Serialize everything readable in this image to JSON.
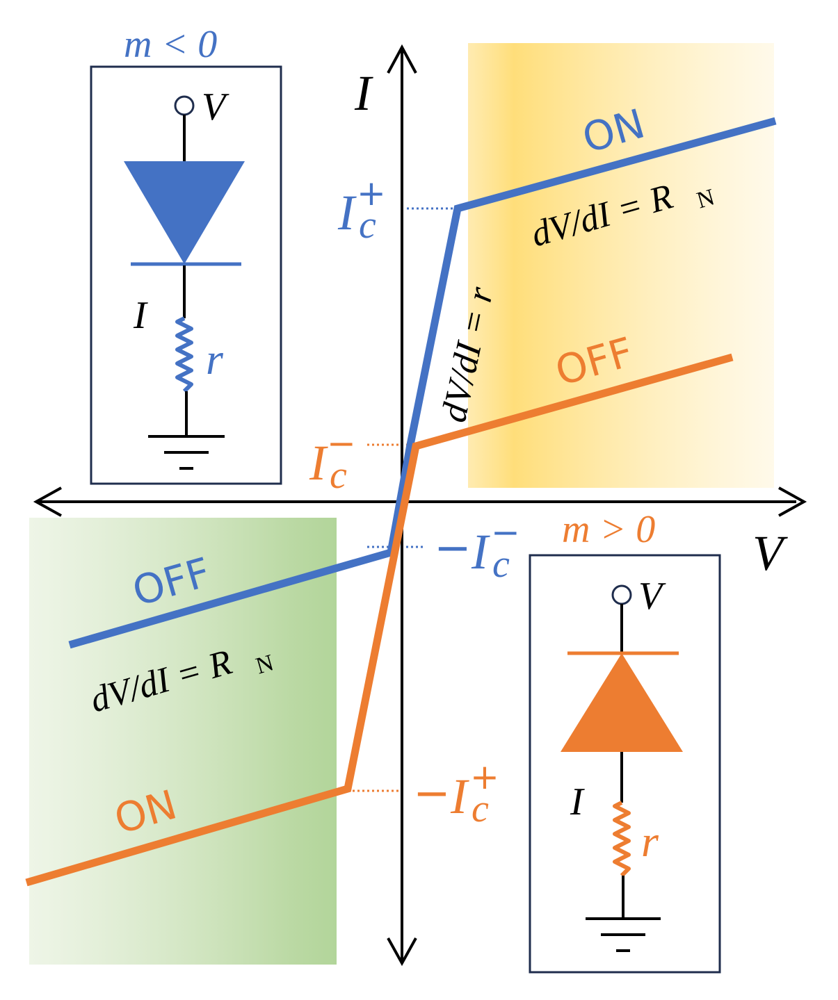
{
  "colors": {
    "blue": "#4472C4",
    "orange": "#ED7D31",
    "black": "#000000",
    "frame": "#1F2D4D",
    "yellow_region": "#FFD966",
    "green_region": "#A9D18E"
  },
  "axes": {
    "x_label": "V",
    "y_label": "I"
  },
  "labels": {
    "ic_plus": {
      "main": "I",
      "sub": "c",
      "sup": "+"
    },
    "ic_minus": {
      "main": "I",
      "sub": "c",
      "sup": "−"
    },
    "neg_ic_minus": {
      "sign": "−",
      "main": "I",
      "sub": "c",
      "sup": "−"
    },
    "neg_ic_plus": {
      "sign": "−",
      "main": "I",
      "sub": "c",
      "sup": "+"
    },
    "on_upper": "ON",
    "off_upper": "OFF",
    "off_lower": "OFF",
    "on_lower": "ON",
    "slope_upper": {
      "text": "dV/dI = R",
      "sub": "N"
    },
    "slope_lower": {
      "text": "dV/dI = R",
      "sub": "N"
    },
    "slope_steep": "dV/dI = r"
  },
  "inset_blue": {
    "title": "m < 0",
    "node_label": "V",
    "current_label": "I",
    "resistor_label": "r",
    "ground_icon": "ground-icon",
    "diode_icon": "diode-down-icon"
  },
  "inset_orange": {
    "title": "m > 0",
    "node_label": "V",
    "current_label": "I",
    "resistor_label": "r",
    "ground_icon": "ground-icon",
    "diode_icon": "diode-up-icon"
  }
}
